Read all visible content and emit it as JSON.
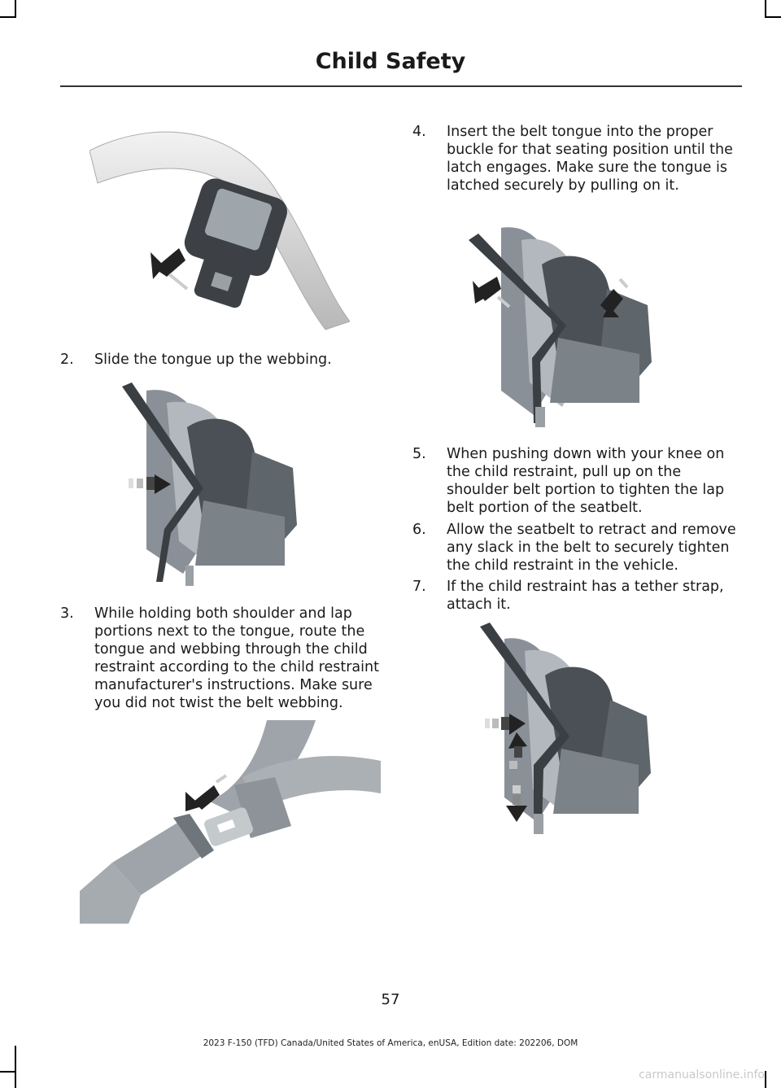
{
  "header": {
    "title": "Child Safety"
  },
  "steps": [
    {
      "num": "2.",
      "text": "Slide the tongue up the webbing."
    },
    {
      "num": "3.",
      "text": "While holding both shoulder and lap portions next to the tongue, route the tongue and webbing through the child restraint according to the child restraint manufacturer's instructions. Make sure you did not twist the belt webbing."
    },
    {
      "num": "4.",
      "text": "Insert the belt tongue into the proper buckle for that seating position until the latch engages. Make sure the tongue is latched securely by pulling on it."
    },
    {
      "num": "5.",
      "text": "When pushing down with your knee on the child restraint, pull up on the shoulder belt portion to tighten the lap belt portion of the seatbelt."
    },
    {
      "num": "6.",
      "text": "Allow the seatbelt to retract and remove any slack in the belt to securely tighten the child restraint in the vehicle."
    },
    {
      "num": "7.",
      "text": "If the child restraint has a tether strap, attach it."
    }
  ],
  "footer": {
    "page_number": "57",
    "edition": "2023 F-150 (TFD) Canada/United States of America, enUSA, Edition date: 202206, DOM"
  },
  "watermark": "carmanualsonline.info"
}
